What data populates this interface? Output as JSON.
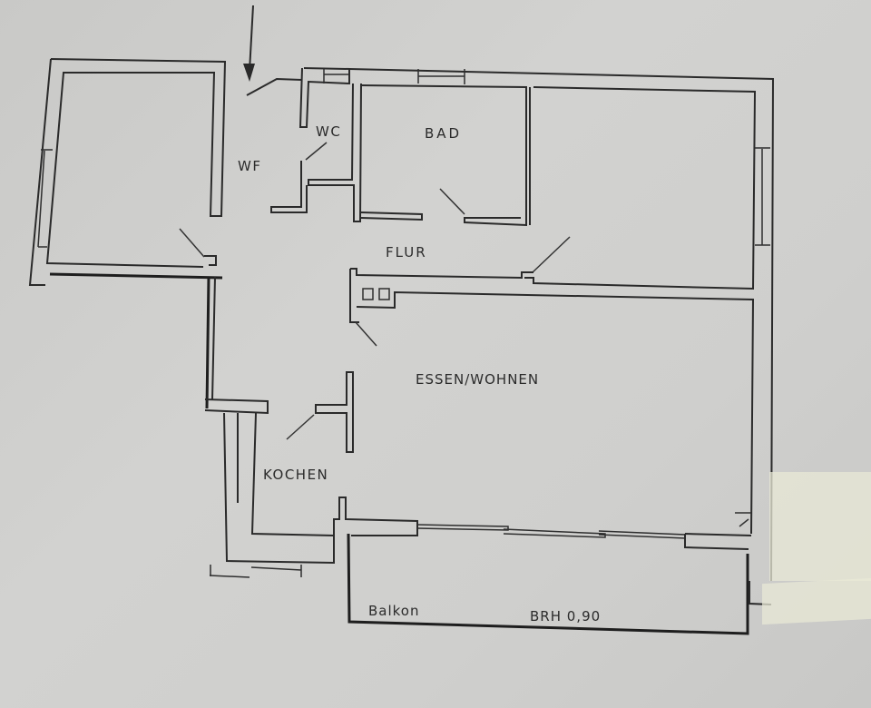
{
  "plan": {
    "rooms": {
      "wf": "WF",
      "wc": "WC",
      "bad": "BAD",
      "flur": "FLUR",
      "essen_wohnen": "ESSEN/WOHNEN",
      "kochen": "KOCHEN",
      "balkon": "Balkon"
    },
    "annotations": {
      "brh": "BRH 0,90"
    },
    "entrance_arrow": "entrance-arrow",
    "colors": {
      "paper": "#cfcfcd",
      "ink": "#2a2a2a",
      "tape": "#e8e8d6"
    }
  }
}
